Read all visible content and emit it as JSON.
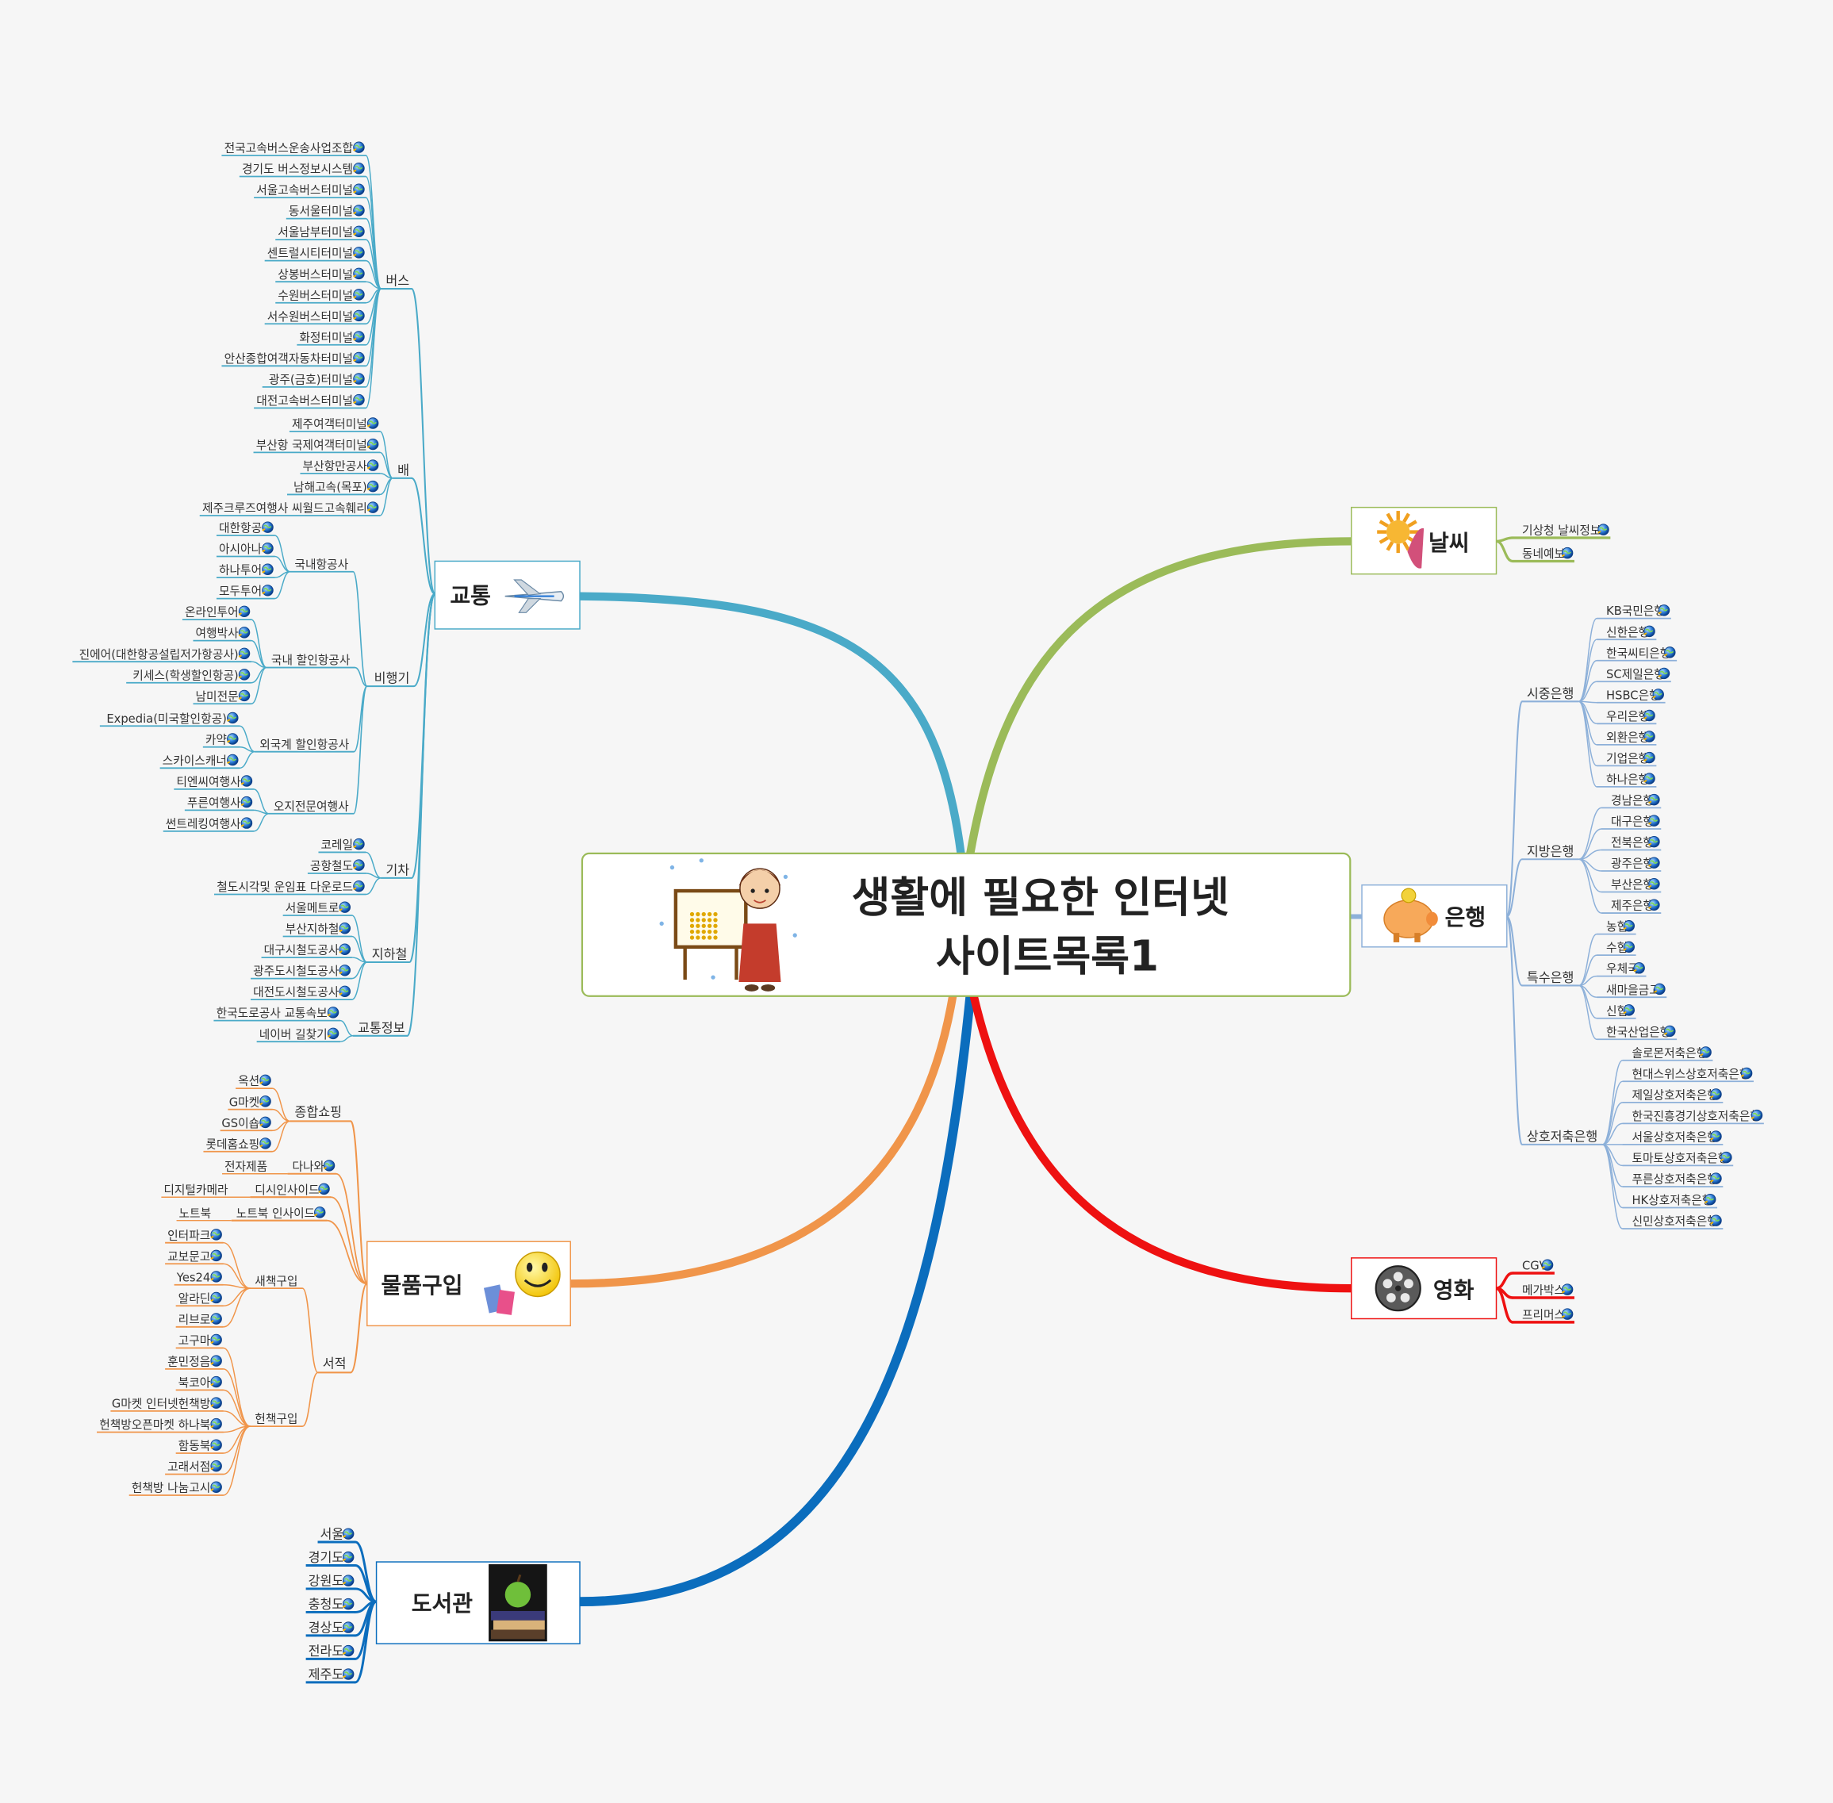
{
  "central": {
    "line1": "생활에 필요한 인터넷",
    "line2": "사이트목록1"
  },
  "colors": {
    "교통": "#4aaac8",
    "물품구입": "#f0954a",
    "도서관": "#0b6dbd",
    "날씨": "#9bbb59",
    "은행": "#8db0d9",
    "영화": "#ee1111"
  },
  "branches": {
    "교통": {
      "label": "교통",
      "icon": "airplane-icon",
      "groups": [
        {
          "label": "버스",
          "items": [
            "전국고속버스운송사업조합",
            "경기도 버스정보시스템",
            "서울고속버스터미널",
            "동서울터미널",
            "서울남부터미널",
            "센트럴시티터미널",
            "상봉버스터미널",
            "수원버스터미널",
            "서수원버스터미널",
            "화정터미널",
            "안산종합여객자동차터미널",
            "광주(금호)터미널",
            "대전고속버스터미널"
          ]
        },
        {
          "label": "배",
          "items": [
            "제주여객터미널",
            "부산항 국제여객터미널",
            "부산항만공사",
            "남해고속(목포)",
            "제주크루즈여행사 씨월드고속훼리"
          ]
        },
        {
          "label": "비행기",
          "subgroups": [
            {
              "label": "국내항공사",
              "items": [
                "대한항공",
                "아시아나",
                "하나투어",
                "모두투어"
              ]
            },
            {
              "label": "국내 할인항공사",
              "items": [
                "온라인투어",
                "여행박사",
                "진에어(대한항공설립저가항공사)",
                "키세스(학생할인항공)",
                "남미전문"
              ]
            },
            {
              "label": "외국계 할인항공사",
              "items": [
                "Expedia(미국할인항공)",
                "카약",
                "스카이스캐너"
              ]
            },
            {
              "label": "오지전문여행사",
              "items": [
                "티엔씨여행사",
                "푸른여행사",
                "썬트레킹여행사"
              ]
            }
          ]
        },
        {
          "label": "기차",
          "items": [
            "코레일",
            "공항철도",
            "철도시각및 운임표 다운로드"
          ]
        },
        {
          "label": "지하철",
          "items": [
            "서울메트로",
            "부산지하철",
            "대구시철도공사",
            "광주도시철도공사",
            "대전도시철도공사"
          ]
        },
        {
          "label": "교통정보",
          "items": [
            "한국도로공사 교통속보",
            "네이버 길찾기"
          ]
        }
      ]
    },
    "물품구입": {
      "label": "물품구입",
      "icon": "smiley-shopping-icon",
      "groups": [
        {
          "label": "종합쇼핑",
          "items": [
            "옥션",
            "G마켓",
            "GS이숍",
            "롯데홈쇼핑"
          ]
        },
        {
          "label": "다나와",
          "prefix": "전자제품"
        },
        {
          "label": "디시인사이드",
          "prefix": "디지털카메라"
        },
        {
          "label": "노트북 인사이드",
          "prefix": "노트북"
        },
        {
          "label": "서적",
          "subgroups": [
            {
              "label": "새책구입",
              "items": [
                "인터파크",
                "교보문고",
                "Yes24",
                "알라딘",
                "리브로"
              ]
            },
            {
              "label": "헌책구입",
              "items": [
                "고구마",
                "훈민정음",
                "북코아",
                "G마켓 인터넷헌책방",
                "헌책방오픈마켓 하나북",
                "함동북",
                "고래서점",
                "헌책방 나눔고시"
              ]
            }
          ]
        }
      ]
    },
    "도서관": {
      "label": "도서관",
      "icon": "books-apple-icon",
      "items": [
        "서울",
        "경기도",
        "강원도",
        "충청도",
        "경상도",
        "전라도",
        "제주도"
      ]
    },
    "날씨": {
      "label": "날씨",
      "icon": "sun-umbrella-icon",
      "items": [
        "기상청 날씨정보",
        "동네예보"
      ]
    },
    "은행": {
      "label": "은행",
      "icon": "piggy-bank-icon",
      "groups": [
        {
          "label": "시중은행",
          "items": [
            "KB국민은행",
            "신한은행",
            "한국씨티은행",
            "SC제일은행",
            "HSBC은행",
            "우리은행",
            "외환은행",
            "기업은행",
            "하나은행"
          ]
        },
        {
          "label": "지방은행",
          "items": [
            "경남은행",
            "대구은행",
            "전북은행",
            "광주은행",
            "부산은행",
            "제주은행"
          ]
        },
        {
          "label": "특수은행",
          "items": [
            "농협",
            "수협",
            "우체국",
            "새마을금고",
            "신협",
            "한국산업은행"
          ]
        },
        {
          "label": "상호저축은행",
          "items": [
            "솔로몬저축은행",
            "현대스위스상호저축은행",
            "제일상호저축은행",
            "한국진흥경기상호저축은행",
            "서울상호저축은행",
            "토마토상호저축은행",
            "푸른상호저축은행",
            "HK상호저축은행",
            "신민상호저축은행"
          ]
        }
      ]
    },
    "영화": {
      "label": "영화",
      "icon": "film-reel-icon",
      "items": [
        "CGV",
        "메가박스",
        "프리머스"
      ]
    }
  }
}
